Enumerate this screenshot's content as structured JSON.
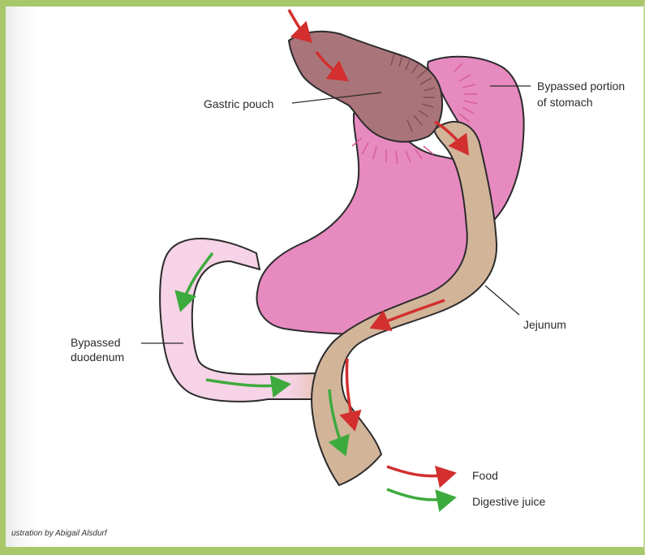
{
  "labels": {
    "gastric_pouch": "Gastric pouch",
    "bypassed_stomach_line1": "Bypassed portion",
    "bypassed_stomach_line2": "of stomach",
    "jejunum": "Jejunum",
    "bypassed_duodenum_line1": "Bypassed",
    "bypassed_duodenum_line2": "duodenum"
  },
  "legend": {
    "food": "Food",
    "digestive_juice": "Digestive juice"
  },
  "credit": "ustration by Abigail Alsdurf",
  "colors": {
    "frame": "#a8c86a",
    "stomach": "#e78ac0",
    "pouch": "#a9747a",
    "intestine": "#d2b499",
    "duodenum": "#f4c9e0",
    "food_arrow": "#d32f2f",
    "juice_arrow": "#3daa3d"
  }
}
